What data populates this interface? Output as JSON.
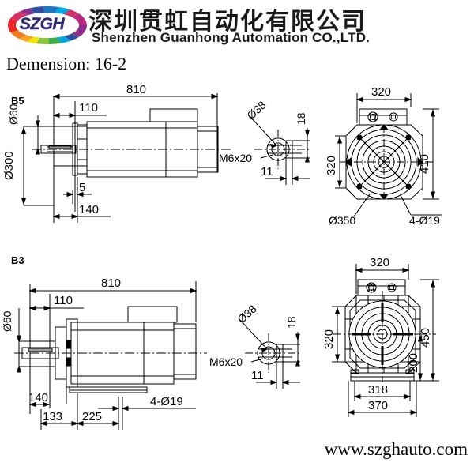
{
  "header": {
    "logo_text": "SZGH",
    "company_cn": "深圳贯虹自动化有限公司",
    "company_en": "Shenzhen Guanhong Automation CO.,LTD.",
    "logo_colors": [
      "#e8262a",
      "#f07c1c",
      "#f6e500",
      "#3fae49",
      "#00a7e1",
      "#0f5fad",
      "#8e2f8e",
      "#d4306a"
    ],
    "brand_text_color": "#2d2a73"
  },
  "page_title": "Demension: 16-2",
  "footer": {
    "url": "www.szghauto.com"
  },
  "drawings": [
    {
      "id": "b5",
      "mount_label": "B5",
      "side_view": {
        "overall_length": "810",
        "shaft_flange_len": "110",
        "shaft_dia": "Ø60",
        "flange_dia": "Ø300",
        "key_len": "5",
        "shaft_len": "140"
      },
      "shaft_detail": {
        "shaft_end_dia": "Ø38",
        "key_height": "18",
        "thread": "M6x20",
        "key_width": "11"
      },
      "end_view": {
        "box_width": "320",
        "frame_height": "320",
        "overall_height": "410",
        "pitch_circle": "Ø350",
        "holes": "4-Ø19"
      }
    },
    {
      "id": "b3",
      "mount_label": "B3",
      "side_view": {
        "overall_length": "810",
        "shaft_flange_len": "110",
        "shaft_dia": "Ø60",
        "shaft_len": "140",
        "foot_front": "133",
        "foot_pitch": "225",
        "foot_holes": "4-Ø19"
      },
      "shaft_detail": {
        "shaft_end_dia": "Ø38",
        "key_height": "18",
        "thread": "M6x20",
        "key_width": "11"
      },
      "end_view": {
        "box_width": "320",
        "frame_height": "320",
        "overall_height": "450",
        "center_height": "200",
        "foot_inner": "318",
        "foot_outer": "370"
      }
    }
  ]
}
